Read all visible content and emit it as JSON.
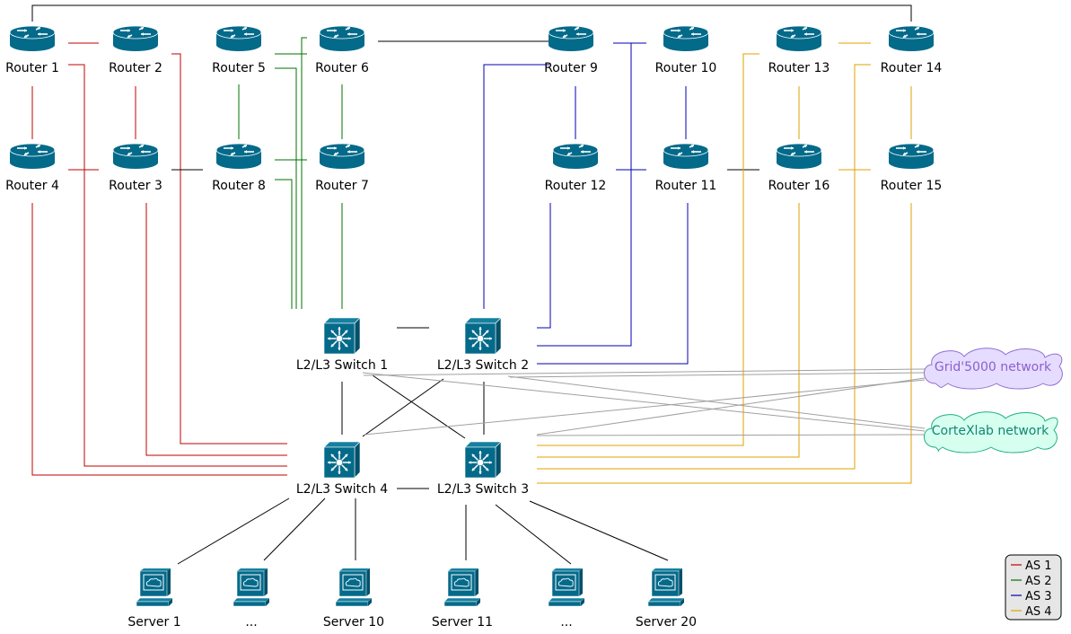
{
  "colors": {
    "device": "#036a8a",
    "as1": "#c00000",
    "as2": "#007000",
    "as3": "#0000b0",
    "as4": "#e0a000",
    "neutral": "#000000",
    "external": "#a0a0a0",
    "grid_fill": "#e6dcff",
    "grid_stroke": "#9070d0",
    "grid_text": "#8a60d0",
    "cortex_fill": "#d6fff0",
    "cortex_stroke": "#20b080",
    "cortex_text": "#108870",
    "legend_fill": "#e6e6e6"
  },
  "routers": [
    {
      "id": "r1",
      "label": "Router 1"
    },
    {
      "id": "r2",
      "label": "Router 2"
    },
    {
      "id": "r5",
      "label": "Router 5"
    },
    {
      "id": "r6",
      "label": "Router 6"
    },
    {
      "id": "r9",
      "label": "Router 9"
    },
    {
      "id": "r10",
      "label": "Router 10"
    },
    {
      "id": "r13",
      "label": "Router 13"
    },
    {
      "id": "r14",
      "label": "Router 14"
    },
    {
      "id": "r4",
      "label": "Router 4"
    },
    {
      "id": "r3",
      "label": "Router 3"
    },
    {
      "id": "r8",
      "label": "Router 8"
    },
    {
      "id": "r7",
      "label": "Router 7"
    },
    {
      "id": "r12",
      "label": "Router 12"
    },
    {
      "id": "r11",
      "label": "Router 11"
    },
    {
      "id": "r16",
      "label": "Router 16"
    },
    {
      "id": "r15",
      "label": "Router 15"
    }
  ],
  "switches": [
    {
      "id": "s1",
      "label": "L2/L3 Switch 1"
    },
    {
      "id": "s2",
      "label": "L2/L3 Switch 2"
    },
    {
      "id": "s4",
      "label": "L2/L3 Switch 4"
    },
    {
      "id": "s3",
      "label": "L2/L3 Switch 3"
    }
  ],
  "servers": [
    {
      "id": "srv1",
      "label": "Server 1"
    },
    {
      "id": "srv_a",
      "label": "..."
    },
    {
      "id": "srv10",
      "label": "Server 10"
    },
    {
      "id": "srv11",
      "label": "Server 11"
    },
    {
      "id": "srv_b",
      "label": "..."
    },
    {
      "id": "srv20",
      "label": "Server 20"
    }
  ],
  "networks": [
    {
      "id": "grid",
      "label": "Grid'5000 network"
    },
    {
      "id": "cortex",
      "label": "CorteXlab network"
    }
  ],
  "legend": [
    {
      "label": "AS 1",
      "color_key": "as1"
    },
    {
      "label": "AS 2",
      "color_key": "as2"
    },
    {
      "label": "AS 3",
      "color_key": "as3"
    },
    {
      "label": "AS 4",
      "color_key": "as4"
    }
  ]
}
